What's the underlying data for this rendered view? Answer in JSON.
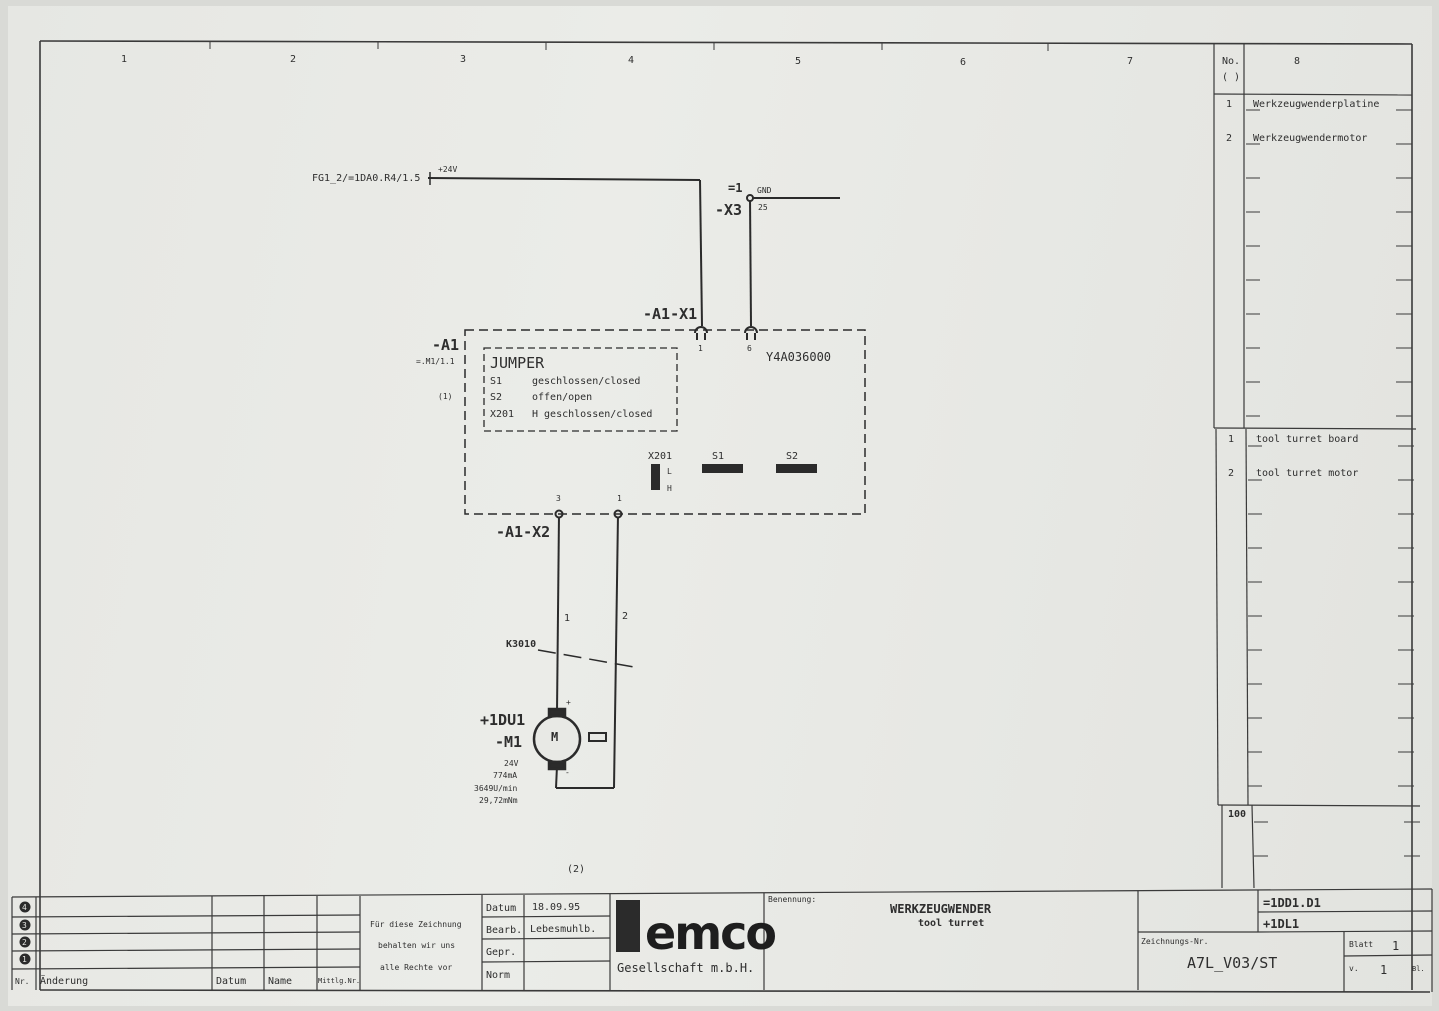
{
  "grid": {
    "columns": [
      "1",
      "2",
      "3",
      "4",
      "5",
      "6",
      "7"
    ],
    "no_header": "No.",
    "no_sub": "( )",
    "col8": "8"
  },
  "parts_list": {
    "de": [
      {
        "no": "1",
        "text": "Werkzeugwenderplatine"
      },
      {
        "no": "2",
        "text": "Werkzeugwendermotor"
      }
    ],
    "en": [
      {
        "no": "1",
        "text": "tool turret board"
      },
      {
        "no": "2",
        "text": "tool turret motor"
      }
    ],
    "ref_100": "100"
  },
  "schematic": {
    "supply_ref": "FG1_2/=1DA0.R4/1.5",
    "supply_voltage": "+24V",
    "x3_pin_prefix": "=1",
    "x3_gnd": "GND",
    "x3_name": "-X3",
    "x3_pin": "25",
    "a1_x1": "-A1-X1",
    "x1_pin1": "1",
    "x1_pin6": "6",
    "a1_name": "-A1",
    "a1_ref": "=.M1/1.1",
    "a1_idx": "(1)",
    "board_part": "Y4A036000",
    "jumper_title": "JUMPER",
    "jumpers": [
      {
        "id": "S1",
        "state": "geschlossen/closed"
      },
      {
        "id": "S2",
        "state": "offen/open"
      },
      {
        "id": "X201",
        "state": "H  geschlossen/closed"
      }
    ],
    "x201_label": "X201",
    "x201_L": "L",
    "x201_H": "H",
    "s1_label": "S1",
    "s2_label": "S2",
    "x2_pin3": "3",
    "x2_pin1": "1",
    "a1_x2": "-A1-X2",
    "wire1": "1",
    "wire2": "2",
    "relay": "K3010",
    "motor_loc": "+1DU1",
    "motor_name": "-M1",
    "motor_symbol": "M",
    "motor_plus": "+",
    "motor_minus": "-",
    "motor_specs": [
      "24V",
      "774mA",
      "3649U/min",
      "29,72mNm"
    ],
    "bottom_idx": "(2)"
  },
  "title_block": {
    "rev_numbers": [
      "4",
      "3",
      "2",
      "1"
    ],
    "col_nr": "Nr.",
    "col_change": "Änderung",
    "col_date": "Datum",
    "col_name": "Name",
    "col_mitt": "Mittlg.Nr.",
    "rights": [
      "Für diese Zeichnung",
      "behalten wir uns",
      "alle Rechte vor"
    ],
    "datum_label": "Datum",
    "datum_value": "18.09.95",
    "bearb_label": "Bearb.",
    "bearb_value": "Lebesmuhlb.",
    "gepr_label": "Gepr.",
    "norm_label": "Norm",
    "company_logo": "emco",
    "company_name": "Gesellschaft m.b.H.",
    "benennung_label": "Benennung:",
    "title_de": "WERKZEUGWENDER",
    "title_en": "tool turret",
    "zeichnung_label": "Zeichnungs-Nr.",
    "zeichnung_nr": "A7L_V03/ST",
    "loc1": "=1DD1.D1",
    "loc2": "+1DL1",
    "blatt_label": "Blatt",
    "blatt_value": "1",
    "v_label": "v.",
    "v_value": "1",
    "bl_label": "Bl."
  }
}
